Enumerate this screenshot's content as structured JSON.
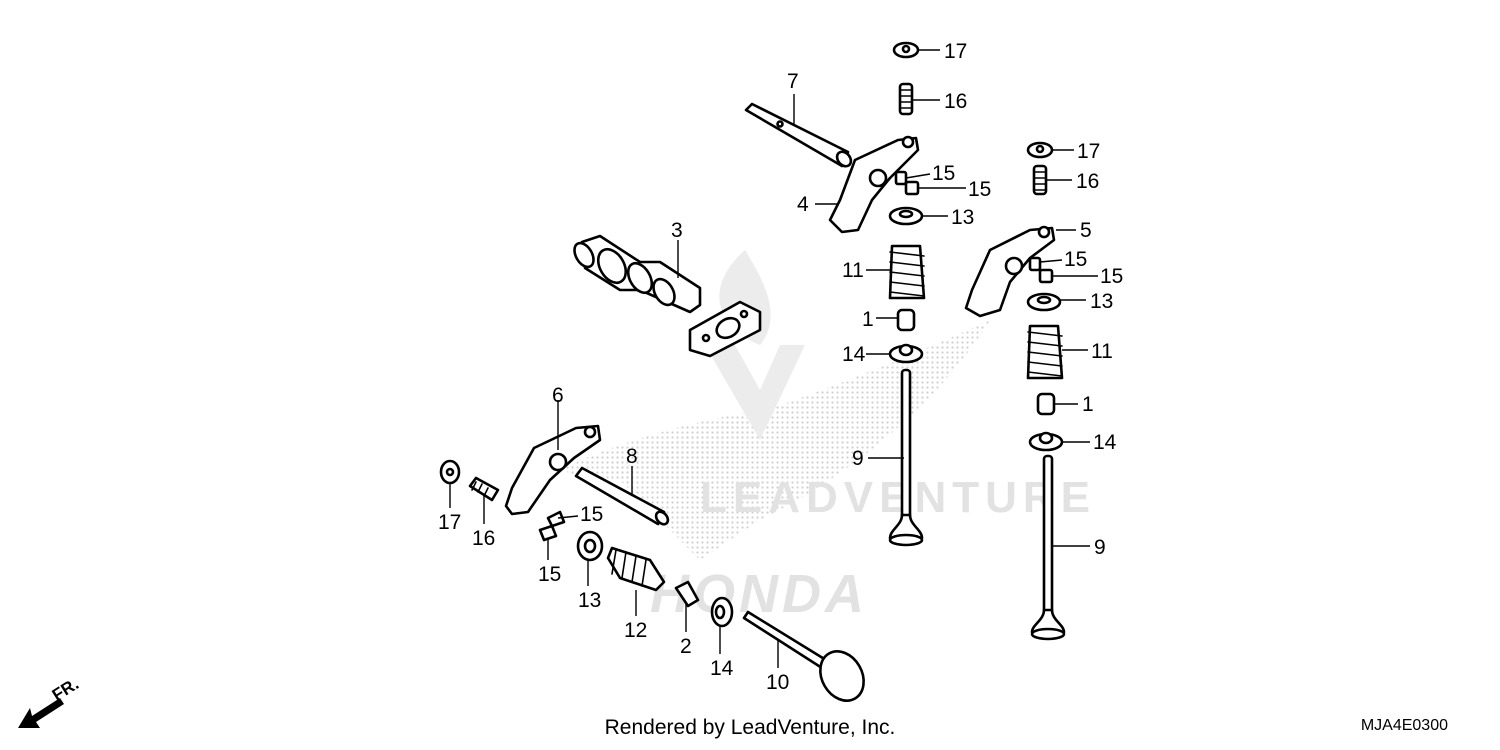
{
  "diagram": {
    "code": "MJA4E0300",
    "credit": "Rendered by LeadVenture, Inc.",
    "direction_label": "FR.",
    "callouts": [
      {
        "id": "c17a",
        "text": "17"
      },
      {
        "id": "c16a",
        "text": "16"
      },
      {
        "id": "c7",
        "text": "7"
      },
      {
        "id": "c15a",
        "text": "15"
      },
      {
        "id": "c15b",
        "text": "15"
      },
      {
        "id": "c4",
        "text": "4"
      },
      {
        "id": "c13a",
        "text": "13"
      },
      {
        "id": "c3",
        "text": "3"
      },
      {
        "id": "c11a",
        "text": "11"
      },
      {
        "id": "c1a",
        "text": "1"
      },
      {
        "id": "c14a",
        "text": "14"
      },
      {
        "id": "c9a",
        "text": "9"
      },
      {
        "id": "c17b",
        "text": "17"
      },
      {
        "id": "c16b",
        "text": "16"
      },
      {
        "id": "c5",
        "text": "5"
      },
      {
        "id": "c15c",
        "text": "15"
      },
      {
        "id": "c15d",
        "text": "15"
      },
      {
        "id": "c13b",
        "text": "13"
      },
      {
        "id": "c11b",
        "text": "11"
      },
      {
        "id": "c1b",
        "text": "1"
      },
      {
        "id": "c14b",
        "text": "14"
      },
      {
        "id": "c9b",
        "text": "9"
      },
      {
        "id": "c6",
        "text": "6"
      },
      {
        "id": "c8",
        "text": "8"
      },
      {
        "id": "c17c",
        "text": "17"
      },
      {
        "id": "c16c",
        "text": "16"
      },
      {
        "id": "c15e",
        "text": "15"
      },
      {
        "id": "c15f",
        "text": "15"
      },
      {
        "id": "c13c",
        "text": "13"
      },
      {
        "id": "c12",
        "text": "12"
      },
      {
        "id": "c2",
        "text": "2"
      },
      {
        "id": "c14c",
        "text": "14"
      },
      {
        "id": "c10",
        "text": "10"
      }
    ]
  }
}
